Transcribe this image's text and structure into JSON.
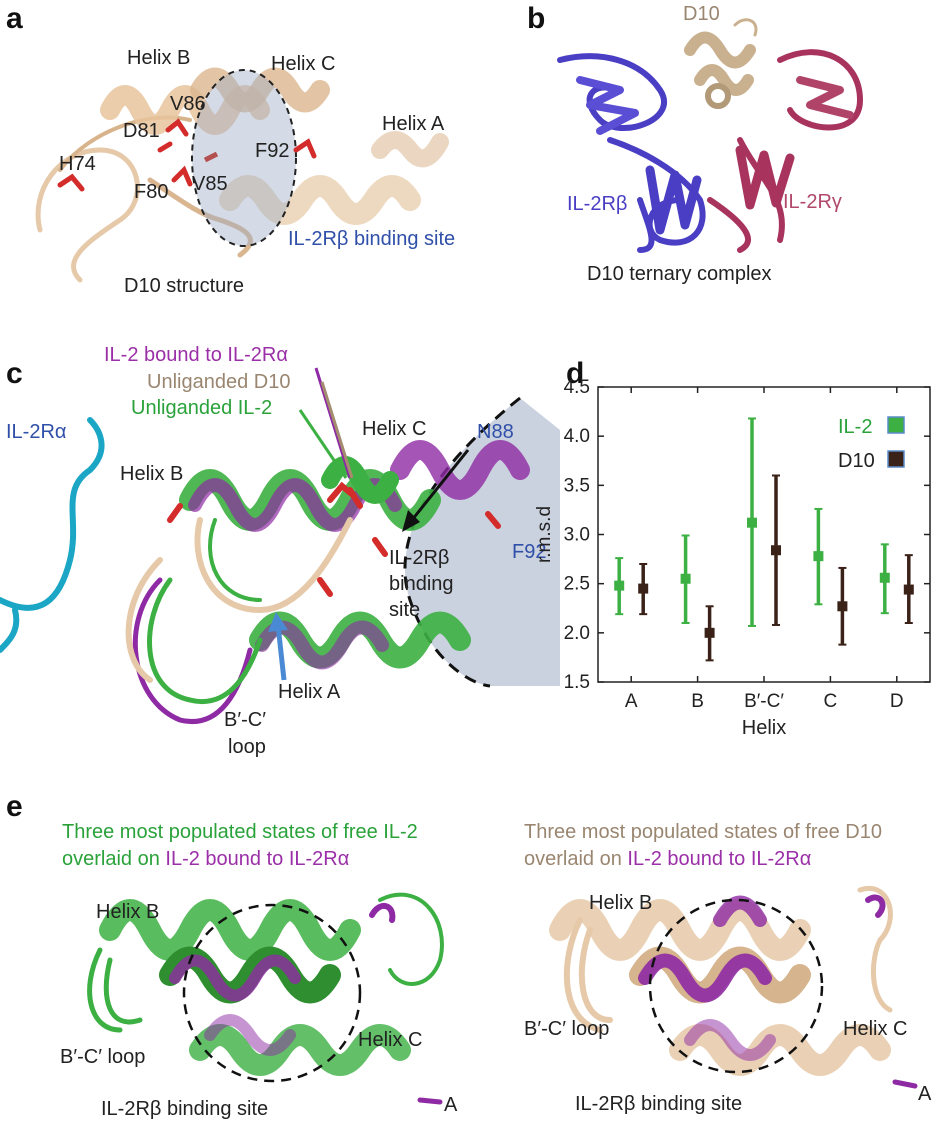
{
  "panels": {
    "a": {
      "letter": "a",
      "labels": {
        "helix_b": "Helix B",
        "helix_c": "Helix C",
        "helix_a": "Helix A",
        "v86": "V86",
        "d81": "D81",
        "f92": "F92",
        "h74": "H74",
        "f80": "F80",
        "v85": "V85",
        "binding_site": "IL-2Rβ binding site",
        "caption": "D10 structure"
      }
    },
    "b": {
      "letter": "b",
      "labels": {
        "d10": "D10",
        "il2rb": "IL-2Rβ",
        "il2rg": "IL-2Rγ",
        "caption": "D10 ternary complex"
      }
    },
    "c": {
      "letter": "c",
      "labels": {
        "bound": "IL-2 bound to IL-2Rα",
        "unliganded_d10": "Unliganded D10",
        "unliganded_il2": "Unliganded IL-2",
        "il2ra": "IL-2Rα",
        "helix_c": "Helix C",
        "n88": "N88",
        "helix_b": "Helix B",
        "f92": "F92",
        "binding_1": "IL-2Rβ",
        "binding_2": "binding",
        "binding_3": "site",
        "helix_a": "Helix A",
        "loop_1": "B′-C′",
        "loop_2": "loop"
      }
    },
    "d": {
      "letter": "d"
    },
    "e": {
      "letter": "e",
      "left_title_1": "Three most populated states of free IL-2",
      "left_title_2a": "overlaid on ",
      "left_title_2b": "IL-2 bound to IL-2Rα",
      "right_title_1": "Three most populated states of free D10",
      "right_title_2a": "overlaid on ",
      "right_title_2b": "IL-2 bound to IL-2Rα",
      "left_labels": {
        "helix_b": "Helix B",
        "loop": "B′-C′ loop",
        "helix_c": "Helix C",
        "binding": "IL-2Rβ binding site",
        "a": "A"
      },
      "right_labels": {
        "helix_b": "Helix B",
        "loop": "B′-C′ loop",
        "helix_c": "Helix C",
        "binding": "IL-2Rβ binding site",
        "a": "A"
      }
    }
  },
  "colors": {
    "il2_green": "#3cb043",
    "d10_brown": "#3a2218",
    "d10_tan": "#e6c9a8",
    "il2_bound_purple": "#8e2aa3",
    "il2ra_cyan": "#1aa6c4",
    "il2rb_blue": "#4a3fc4",
    "il2rg_rose": "#a8345e",
    "residue_red": "#d42b2b"
  },
  "chart_data": {
    "type": "scatter",
    "title": "",
    "xlabel": "Helix",
    "ylabel": "r.m.s.d",
    "categories": [
      "A",
      "B",
      "B′-C′",
      "C",
      "D"
    ],
    "ylim": [
      1.5,
      4.5
    ],
    "yticks": [
      "1.5",
      "2.0",
      "2.5",
      "3.0",
      "3.5",
      "4.0",
      "4.5"
    ],
    "legend_position": "top-right",
    "series": [
      {
        "name": "IL-2",
        "color": "#3cb043",
        "values": [
          2.48,
          2.55,
          3.12,
          2.78,
          2.56
        ],
        "lower": [
          2.19,
          2.1,
          2.07,
          2.29,
          2.2
        ],
        "upper": [
          2.76,
          2.99,
          4.18,
          3.26,
          2.9
        ]
      },
      {
        "name": "D10",
        "color": "#3a2218",
        "values": [
          2.45,
          2.0,
          2.84,
          2.27,
          2.44
        ],
        "lower": [
          2.19,
          1.72,
          2.08,
          1.88,
          2.1
        ],
        "upper": [
          2.7,
          2.27,
          3.6,
          2.66,
          2.79
        ]
      }
    ]
  }
}
